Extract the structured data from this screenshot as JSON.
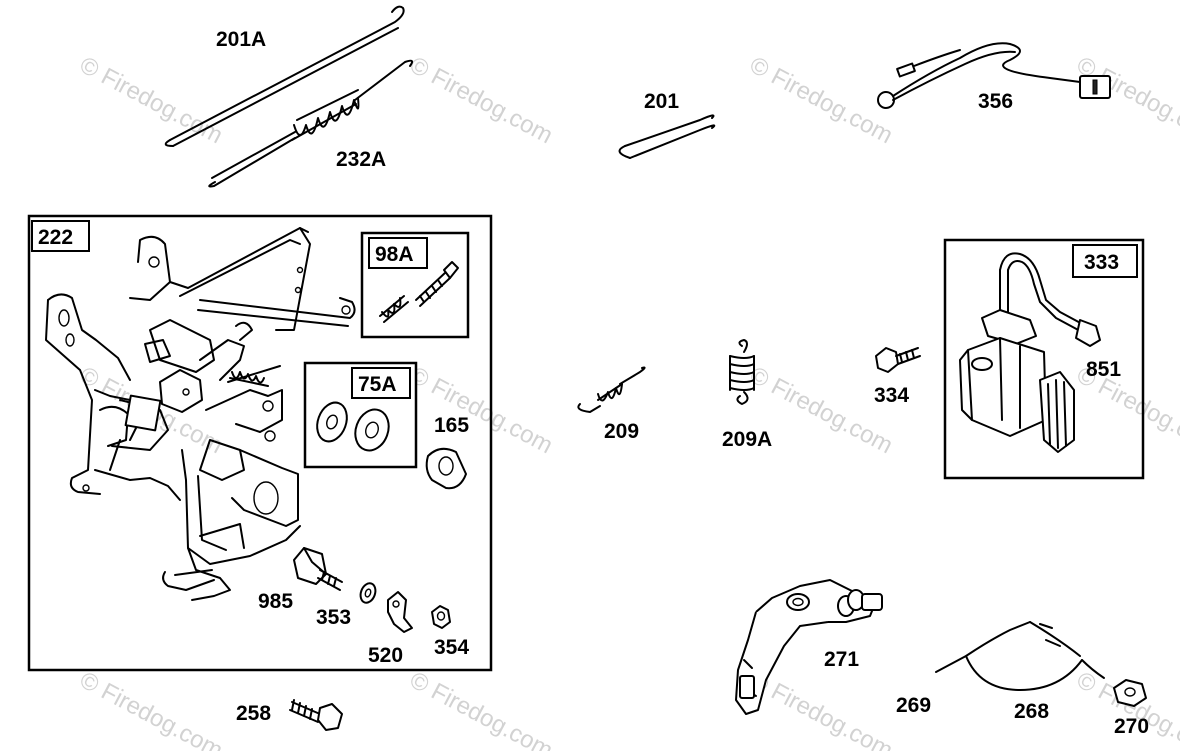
{
  "watermark": "© Firedog.com",
  "labels": {
    "p201A": "201A",
    "p232A": "232A",
    "p201": "201",
    "p356": "356",
    "p222": "222",
    "p98A": "98A",
    "p75A": "75A",
    "p165": "165",
    "p985": "985",
    "p353": "353",
    "p520": "520",
    "p354": "354",
    "p258": "258",
    "p209": "209",
    "p209A": "209A",
    "p333": "333",
    "p851": "851",
    "p334": "334",
    "p271": "271",
    "p269": "269",
    "p268": "268",
    "p270": "270"
  }
}
